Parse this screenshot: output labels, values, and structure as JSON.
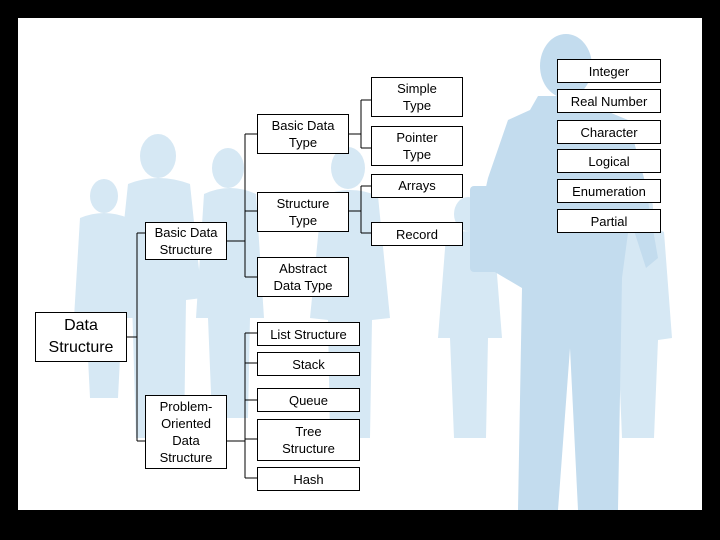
{
  "colors": {
    "frame": "#000000",
    "slide": "#ffffff",
    "silhouette": "#d2e6f3",
    "silhouette_dark": "#bcd8ec",
    "line": "#000000"
  },
  "diagram": {
    "root": "Data\nStructure",
    "basic_data_structure": "Basic Data\nStructure",
    "problem_oriented": "Problem-\nOriented\nData\nStructure",
    "basic_data_type": "Basic Data\nType",
    "structure_type": "Structure\nType",
    "abstract_data_type": "Abstract\nData Type",
    "list_structure": "List Structure",
    "stack": "Stack",
    "queue": "Queue",
    "tree_structure": "Tree\nStructure",
    "hash": "Hash",
    "simple_type": "Simple\nType",
    "pointer_type": "Pointer\nType",
    "arrays": "Arrays",
    "record": "Record",
    "integer": "Integer",
    "real_number": "Real Number",
    "character": "Character",
    "logical": "Logical",
    "enumeration": "Enumeration",
    "partial": "Partial"
  }
}
